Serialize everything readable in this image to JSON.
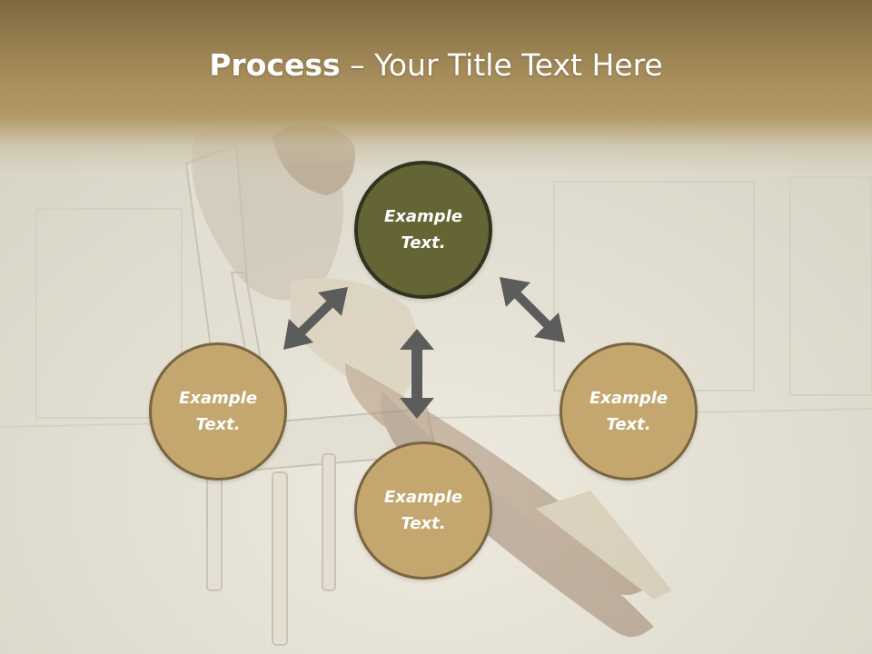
{
  "title": {
    "bold": "Process",
    "rest": " – Your Title Text Here"
  },
  "diagram": {
    "nodes": [
      {
        "id": "top",
        "text_line1": "Example",
        "text_line2": "Text."
      },
      {
        "id": "left",
        "text_line1": "Example",
        "text_line2": "Text."
      },
      {
        "id": "bottom",
        "text_line1": "Example",
        "text_line2": "Text."
      },
      {
        "id": "right",
        "text_line1": "Example",
        "text_line2": "Text."
      }
    ],
    "connectors": [
      {
        "from": "top",
        "to": "left",
        "type": "double-arrow"
      },
      {
        "from": "top",
        "to": "right",
        "type": "double-arrow"
      },
      {
        "from": "top",
        "to": "bottom",
        "type": "double-arrow"
      }
    ]
  },
  "colors": {
    "header": "#a78d5b",
    "top_node_fill": "#656434",
    "side_node_fill": "#c4a76f",
    "node_border": "#7a6540",
    "arrow": "#5c5c5c",
    "text": "#ffffff"
  },
  "background": {
    "image": "faded-photo-woman-on-chair"
  }
}
